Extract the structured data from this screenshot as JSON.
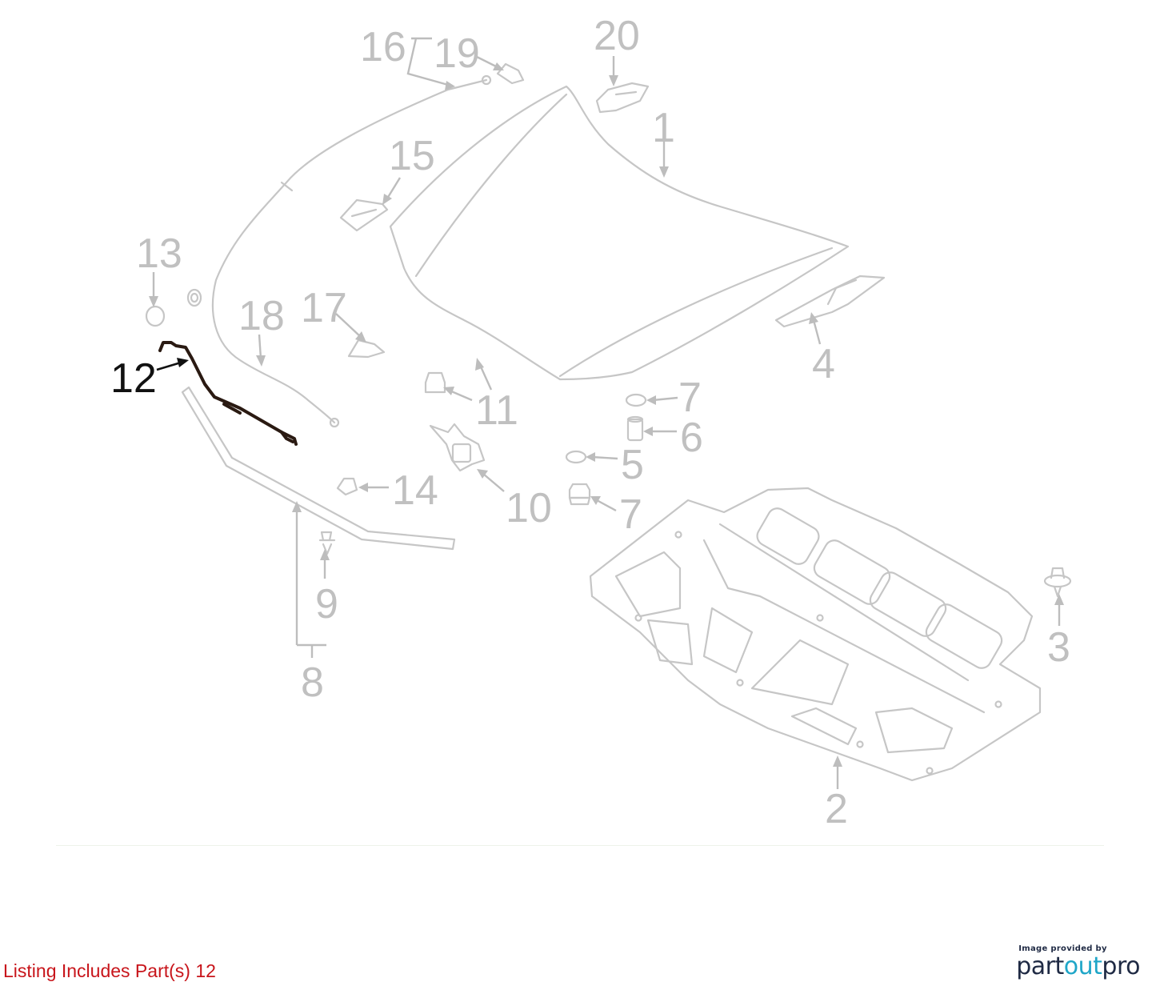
{
  "callouts": {
    "c1": "1",
    "c2": "2",
    "c3": "3",
    "c4": "4",
    "c5": "5",
    "c6": "6",
    "c7a": "7",
    "c7b": "7",
    "c8": "8",
    "c9": "9",
    "c10": "10",
    "c11": "11",
    "c12": "12",
    "c13": "13",
    "c14": "14",
    "c15": "15",
    "c16": "16",
    "c17": "17",
    "c18": "18",
    "c19": "19",
    "c20": "20"
  },
  "highlighted_part": "12",
  "colors": {
    "highlight": "#111111",
    "parts": "#c6c6c6",
    "listing_text": "#c8151b",
    "logo": "#1f2a44",
    "logo_accent": "#1fa6c8"
  },
  "footer": {
    "listing": "Listing Includes Part(s) 12",
    "provider_caption": "Image provided by",
    "provider_name_a": "part",
    "provider_name_b": "out",
    "provider_name_c": "pro"
  }
}
